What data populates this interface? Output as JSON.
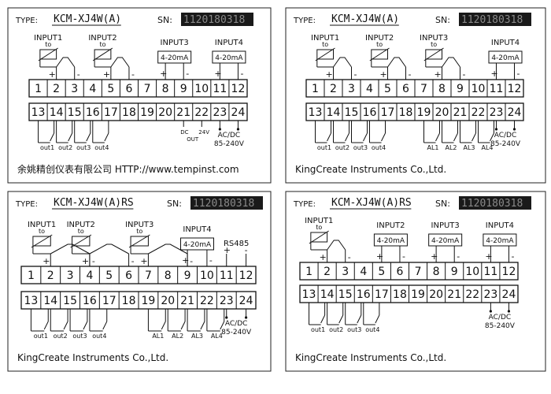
{
  "panels": [
    {
      "type_label": "TYPE:",
      "model": "KCM-XJ4W(A)",
      "sn_label": "SN:",
      "sn_value": "1120180318",
      "inputs": [
        {
          "label": "INPUT1",
          "kind": "rtd",
          "terminals": [
            2,
            3
          ]
        },
        {
          "label": "INPUT2",
          "kind": "rtd",
          "terminals": [
            5,
            6
          ]
        },
        {
          "label": "INPUT3",
          "kind": "current",
          "range": "4-20mA",
          "terminals": [
            8,
            9
          ]
        },
        {
          "label": "INPUT4",
          "kind": "current",
          "range": "4-20mA",
          "terminals": [
            11,
            12
          ]
        }
      ],
      "top_terminals": [
        "1",
        "2",
        "3",
        "4",
        "5",
        "6",
        "7",
        "8",
        "9",
        "10",
        "11",
        "12"
      ],
      "bottom_terminals": [
        "13",
        "14",
        "15",
        "16",
        "17",
        "18",
        "19",
        "20",
        "21",
        "22",
        "23",
        "24"
      ],
      "relays": [
        "out1",
        "out2",
        "out3",
        "out4"
      ],
      "dc_out": {
        "line1": "DC",
        "line2": "24V",
        "line3": "OUT"
      },
      "power": {
        "line1": "AC/DC",
        "line2": "85-240V"
      },
      "footer": "余姚精创仪表有限公司  HTTP://www.tempinst.com"
    },
    {
      "type_label": "TYPE:",
      "model": "KCM-XJ4W(A)",
      "sn_label": "SN:",
      "sn_value": "1120180318",
      "inputs": [
        {
          "label": "INPUT1",
          "kind": "rtd",
          "terminals": [
            2,
            3
          ]
        },
        {
          "label": "INPUT2",
          "kind": "rtd",
          "terminals": [
            5,
            6
          ]
        },
        {
          "label": "INPUT3",
          "kind": "rtd",
          "terminals": [
            8,
            9
          ]
        },
        {
          "label": "INPUT4",
          "kind": "current",
          "range": "4-20mA",
          "terminals": [
            11,
            12
          ]
        }
      ],
      "top_terminals": [
        "1",
        "2",
        "3",
        "4",
        "5",
        "6",
        "7",
        "8",
        "9",
        "10",
        "11",
        "12"
      ],
      "bottom_terminals": [
        "13",
        "14",
        "15",
        "16",
        "17",
        "18",
        "19",
        "20",
        "21",
        "22",
        "23",
        "24"
      ],
      "relays": [
        "out1",
        "out2",
        "out3",
        "out4"
      ],
      "alarms": [
        "AL1",
        "AL2",
        "AL3",
        "AL4"
      ],
      "power": {
        "line1": "AC/DC",
        "line2": "85-240V"
      },
      "footer": "KingCreate Instruments Co.,Ltd."
    },
    {
      "type_label": "TYPE:",
      "model": "KCM-XJ4W(A)RS",
      "sn_label": "SN:",
      "sn_value": "1120180318",
      "inputs": [
        {
          "label": "INPUT1",
          "kind": "rtd3",
          "terminals": [
            2,
            3,
            4
          ]
        },
        {
          "label": "INPUT2",
          "kind": "rtd3",
          "terminals": [
            4,
            5,
            6
          ]
        },
        {
          "label": "INPUT3",
          "kind": "rtd3",
          "terminals": [
            7,
            8,
            9
          ]
        },
        {
          "label": "INPUT4",
          "kind": "current",
          "range": "4-20mA",
          "terminals": [
            9,
            10
          ]
        }
      ],
      "rs485": {
        "label": "RS485",
        "plus": "+",
        "minus": "-"
      },
      "top_terminals": [
        "1",
        "2",
        "3",
        "4",
        "5",
        "6",
        "7",
        "8",
        "9",
        "10",
        "11",
        "12"
      ],
      "bottom_terminals": [
        "13",
        "14",
        "15",
        "16",
        "17",
        "18",
        "19",
        "20",
        "21",
        "22",
        "23",
        "24"
      ],
      "relays": [
        "out1",
        "out2",
        "out3",
        "out4"
      ],
      "alarms": [
        "AL1",
        "AL2",
        "AL3",
        "AL4"
      ],
      "power": {
        "line1": "AC/DC",
        "line2": "85-240V"
      },
      "footer": "KingCreate Instruments Co.,Ltd."
    },
    {
      "type_label": "TYPE:",
      "model": "KCM-XJ4W(A)RS",
      "sn_label": "SN:",
      "sn_value": "1120180318",
      "inputs": [
        {
          "label": "INPUT1",
          "kind": "rtd",
          "terminals": [
            2,
            3
          ]
        },
        {
          "label": "INPUT2",
          "kind": "current",
          "range": "4-20mA",
          "terminals": [
            5,
            6
          ]
        },
        {
          "label": "INPUT3",
          "kind": "current",
          "range": "4-20mA",
          "terminals": [
            8,
            9
          ]
        },
        {
          "label": "INPUT4",
          "kind": "current",
          "range": "4-20mA",
          "terminals": [
            11,
            12
          ]
        }
      ],
      "top_terminals": [
        "1",
        "2",
        "3",
        "4",
        "5",
        "6",
        "7",
        "8",
        "9",
        "10",
        "11",
        "12"
      ],
      "bottom_terminals": [
        "13",
        "14",
        "15",
        "16",
        "17",
        "18",
        "19",
        "20",
        "21",
        "22",
        "23",
        "24"
      ],
      "relays": [
        "out1",
        "out2",
        "out3",
        "out4"
      ],
      "power": {
        "line1": "AC/DC",
        "line2": "85-240V"
      },
      "footer": "KingCreate Instruments Co.,Ltd."
    }
  ],
  "symbols": {
    "plus": "+",
    "minus": "-",
    "probe": "to"
  }
}
